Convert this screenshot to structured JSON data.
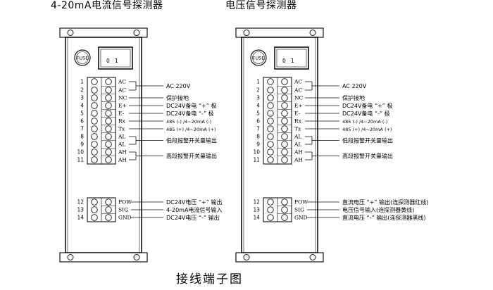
{
  "caption": "接线端子图",
  "panels": [
    {
      "title": "4-20mA电流信号探测器",
      "fuse": "FUSE",
      "switch": {
        "off": "0",
        "on": "1"
      },
      "upper": [
        {
          "n": "1",
          "s": "AC"
        },
        {
          "n": "2",
          "s": "AC"
        },
        {
          "n": "3",
          "s": "NC"
        },
        {
          "n": "4",
          "s": "E+"
        },
        {
          "n": "5",
          "s": "E-"
        },
        {
          "n": "6",
          "s": "Rx"
        },
        {
          "n": "7",
          "s": "Tx"
        },
        {
          "n": "8",
          "s": "AL"
        },
        {
          "n": "9",
          "s": "AL"
        },
        {
          "n": "10",
          "s": "AH"
        },
        {
          "n": "11",
          "s": "AH"
        }
      ],
      "lower": [
        {
          "n": "12",
          "s": "POW"
        },
        {
          "n": "13",
          "s": "SIG"
        },
        {
          "n": "14",
          "s": "GND"
        }
      ],
      "upper_labels": [
        "AC 220V",
        "保护接地",
        "DC24V备电 “+” 极",
        "DC24V备电 “-” 极",
        "485 (-) /4~20mA (-)",
        "485 (+) /4~20mA (+)",
        "低段报警开关量输出",
        "高段报警开关量输出"
      ],
      "lower_labels": [
        "DC24V电压 “+” 输出",
        "4-20mA电流信号输入",
        "DC24V电压 “-” 输出"
      ]
    },
    {
      "title": "电压信号探测器",
      "fuse": "FUSE",
      "switch": {
        "off": "0",
        "on": "1"
      },
      "upper": [
        {
          "n": "1",
          "s": "AC"
        },
        {
          "n": "2",
          "s": "AC"
        },
        {
          "n": "3",
          "s": "NC"
        },
        {
          "n": "4",
          "s": "E+"
        },
        {
          "n": "5",
          "s": "E-"
        },
        {
          "n": "6",
          "s": "Rx"
        },
        {
          "n": "7",
          "s": "Tx"
        },
        {
          "n": "8",
          "s": "AL"
        },
        {
          "n": "9",
          "s": "AL"
        },
        {
          "n": "10",
          "s": "AH"
        },
        {
          "n": "11",
          "s": "AH"
        }
      ],
      "lower": [
        {
          "n": "12",
          "s": "POW"
        },
        {
          "n": "13",
          "s": "SIG"
        },
        {
          "n": "14",
          "s": "GND"
        }
      ],
      "upper_labels": [
        "AC 220V",
        "保护接地",
        "DC24V备电 “+” 极",
        "DC24V备电 “-” 极",
        "485 (-) /4~20mA (-)",
        "485 (+) /4~20mA (+)",
        "低段报警开关量输出",
        "高段报警开关量输出"
      ],
      "lower_labels": [
        "直流电压 “+” 输出(连探测器红线)",
        "电压信号输入(连探测器黄线)",
        "直流电压 “-” 输出(连探测器黑线)"
      ]
    }
  ]
}
